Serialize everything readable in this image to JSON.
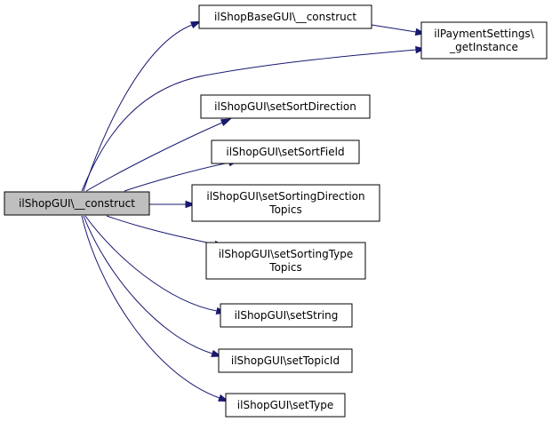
{
  "diagram": {
    "type": "call-graph",
    "colors": {
      "edge": "#191970",
      "root_fill": "#bfbfbf",
      "node_fill": "#ffffff",
      "border": "#000000"
    },
    "root": {
      "id": "root",
      "lines": [
        "ilShopGUI\\__construct"
      ]
    },
    "nodes": [
      {
        "id": "base_construct",
        "lines": [
          "ilShopBaseGUI\\__construct"
        ]
      },
      {
        "id": "payment",
        "lines": [
          "ilPaymentSettings\\",
          "_getInstance"
        ]
      },
      {
        "id": "sort_dir",
        "lines": [
          "ilShopGUI\\setSortDirection"
        ]
      },
      {
        "id": "sort_field",
        "lines": [
          "ilShopGUI\\setSortField"
        ]
      },
      {
        "id": "sorting_dir_topics",
        "lines": [
          "ilShopGUI\\setSortingDirection",
          "Topics"
        ]
      },
      {
        "id": "sorting_type_topics",
        "lines": [
          "ilShopGUI\\setSortingType",
          "Topics"
        ]
      },
      {
        "id": "set_string",
        "lines": [
          "ilShopGUI\\setString"
        ]
      },
      {
        "id": "set_topic_id",
        "lines": [
          "ilShopGUI\\setTopicId"
        ]
      },
      {
        "id": "set_type",
        "lines": [
          "ilShopGUI\\setType"
        ]
      }
    ],
    "edges": [
      {
        "from": "root",
        "to": "base_construct"
      },
      {
        "from": "root",
        "to": "payment"
      },
      {
        "from": "base_construct",
        "to": "payment"
      },
      {
        "from": "root",
        "to": "sort_dir"
      },
      {
        "from": "root",
        "to": "sort_field"
      },
      {
        "from": "root",
        "to": "sorting_dir_topics"
      },
      {
        "from": "root",
        "to": "sorting_type_topics"
      },
      {
        "from": "root",
        "to": "set_string"
      },
      {
        "from": "root",
        "to": "set_topic_id"
      },
      {
        "from": "root",
        "to": "set_type"
      }
    ]
  }
}
